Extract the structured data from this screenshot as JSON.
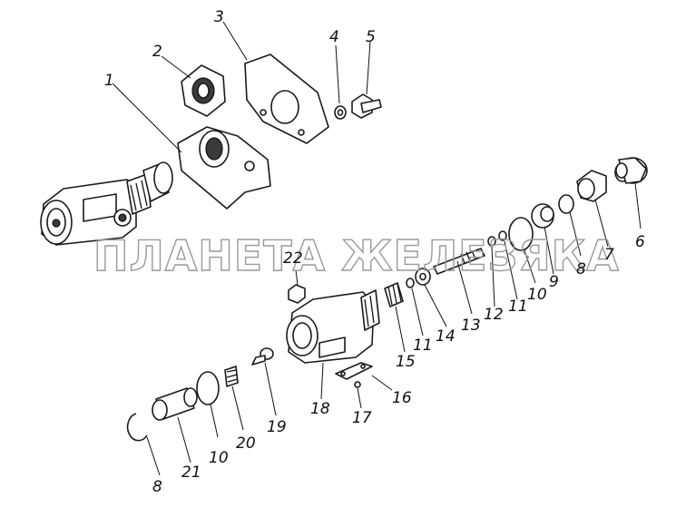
{
  "watermark": {
    "text": "ПЛАНЕТА ЖЕЛЕЗЯКА"
  },
  "callouts": [
    "1",
    "2",
    "3",
    "4",
    "5",
    "6",
    "7",
    "8",
    "9",
    "10",
    "11",
    "12",
    "13",
    "14",
    "15",
    "16",
    "17",
    "18",
    "19",
    "20",
    "21",
    "22",
    "8",
    "10",
    "11"
  ]
}
